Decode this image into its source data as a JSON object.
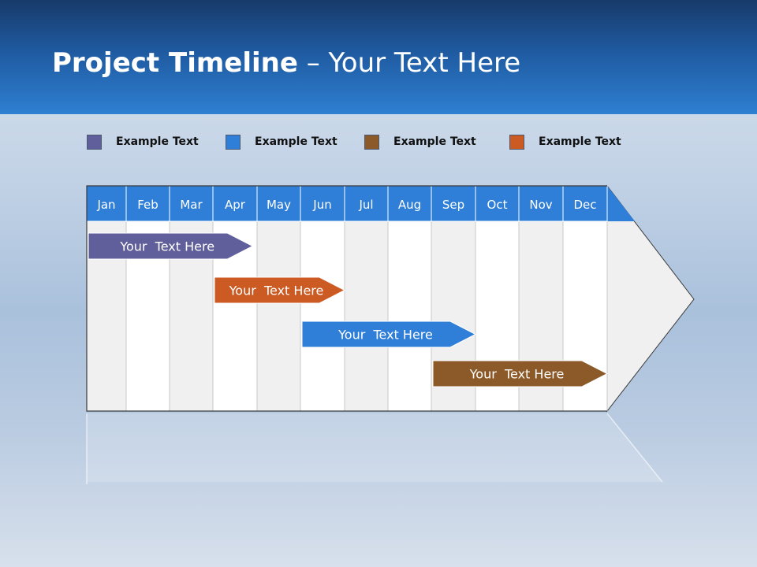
{
  "header": {
    "title_bold": "Project Timeline",
    "title_rest": " – Your Text Here"
  },
  "colors": {
    "header_top": "#173a6a",
    "header_bottom": "#2e7fd2",
    "month_bar": "#2f7fd8",
    "purple": "#605f9b",
    "orange": "#cc5a23",
    "blue": "#2f7fd8",
    "brown": "#8c5a28"
  },
  "legend": [
    {
      "label": "Example Text",
      "color": "#605f9b"
    },
    {
      "label": "Example Text",
      "color": "#2f7fd8"
    },
    {
      "label": "Example Text",
      "color": "#8c5a28"
    },
    {
      "label": "Example Text",
      "color": "#cc5a23"
    }
  ],
  "months": [
    "Jan",
    "Feb",
    "Mar",
    "Apr",
    "May",
    "Jun",
    "Jul",
    "Aug",
    "Sep",
    "Oct",
    "Nov",
    "Dec"
  ],
  "tasks": [
    {
      "label": "Your  Text Here",
      "start": 0,
      "end": 3.9,
      "color": "#605f9b"
    },
    {
      "label": "Your  Text Here",
      "start": 3.0,
      "end": 6.0,
      "color": "#cc5a23"
    },
    {
      "label": "Your  Text Here",
      "start": 5.0,
      "end": 9.0,
      "color": "#2f7fd8"
    },
    {
      "label": "Your  Text Here",
      "start": 8.0,
      "end": 12.0,
      "color": "#8c5a28"
    }
  ]
}
